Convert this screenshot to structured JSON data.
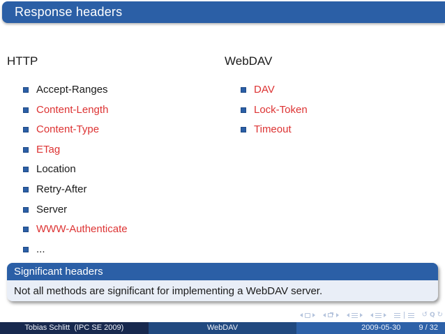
{
  "palette": {
    "accent": "#2b5fa6",
    "accent-dark": "#18294e",
    "accent-mid": "#21497f",
    "accent-light": "#2d61a8",
    "red": "#dd3333",
    "block-body": "#e9eef7",
    "nav": "#b4c3dc"
  },
  "frametitle": "Response headers",
  "columns": [
    {
      "heading": "HTTP",
      "items": [
        {
          "label": "Accept-Ranges",
          "color": "black"
        },
        {
          "label": "Content-Length",
          "color": "red"
        },
        {
          "label": "Content-Type",
          "color": "red"
        },
        {
          "label": "ETag",
          "color": "red"
        },
        {
          "label": "Location",
          "color": "black"
        },
        {
          "label": "Retry-After",
          "color": "black"
        },
        {
          "label": "Server",
          "color": "black"
        },
        {
          "label": "WWW-Authenticate",
          "color": "red"
        },
        {
          "label": "...",
          "color": "black"
        }
      ]
    },
    {
      "heading": "WebDAV",
      "items": [
        {
          "label": "DAV",
          "color": "red"
        },
        {
          "label": "Lock-Token",
          "color": "red"
        },
        {
          "label": "Timeout",
          "color": "red"
        }
      ]
    }
  ],
  "block": {
    "title": "Significant headers",
    "body": "Not all methods are significant for implementing a WebDAV server."
  },
  "nav": {
    "back_glyph": "↺",
    "find_glyph": "Q",
    "forward_glyph": "↻"
  },
  "footer": {
    "author": "Tobias Schlitt  (IPC SE 2009)",
    "doc_title": "WebDAV",
    "date": "2009-05-30",
    "frame": "9 / 32"
  }
}
